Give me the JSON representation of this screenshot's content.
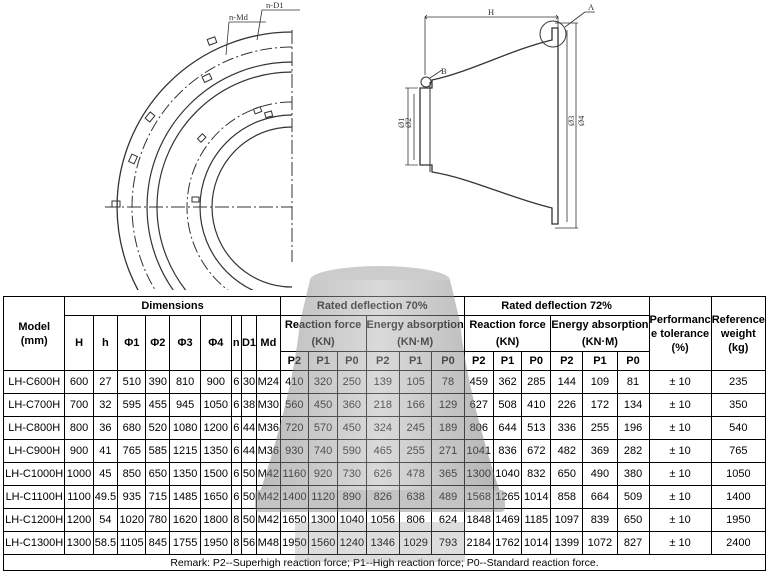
{
  "drawing": {
    "labels": {
      "n_d1": "n-D1",
      "n_md": "n-Md",
      "dim_h": "H",
      "detail_a": "A",
      "detail_b": "B",
      "phi1": "Ø1",
      "phi2": "Ø2",
      "phi3": "Ø3",
      "phi4": "Ø4"
    }
  },
  "table": {
    "model_header": "Model\n(mm)",
    "dimensions_header": "Dimensions",
    "rated70_header": "Rated deflection 70%",
    "rated72_header": "Rated deflection 72%",
    "performance_header": "Performanc\ne tolerance\n(%)",
    "reference_header": "Reference\nweight\n(kg)",
    "reaction_force_top": "Reaction force",
    "reaction_force_unit": "(KN)",
    "energy_absorption_top": "Energy absorption",
    "energy_absorption_unit": "(KN·M)",
    "dim_columns": [
      "H",
      "h",
      "Φ1",
      "Φ2",
      "Φ3",
      "Φ4",
      "n",
      "D1",
      "Md"
    ],
    "force_columns": [
      "P2",
      "P1",
      "P0"
    ],
    "rows": [
      {
        "model": "LH-C600H",
        "dims": [
          "600",
          "27",
          "510",
          "390",
          "810",
          "900",
          "6",
          "30",
          "M24"
        ],
        "rf70": [
          "410",
          "320",
          "250"
        ],
        "ea70": [
          "139",
          "105",
          "78"
        ],
        "rf72": [
          "459",
          "362",
          "285"
        ],
        "ea72": [
          "144",
          "109",
          "81"
        ],
        "tolerance": "± 10",
        "weight": "235"
      },
      {
        "model": "LH-C700H",
        "dims": [
          "700",
          "32",
          "595",
          "455",
          "945",
          "1050",
          "6",
          "38",
          "M30"
        ],
        "rf70": [
          "560",
          "450",
          "360"
        ],
        "ea70": [
          "218",
          "166",
          "129"
        ],
        "rf72": [
          "627",
          "508",
          "410"
        ],
        "ea72": [
          "226",
          "172",
          "134"
        ],
        "tolerance": "± 10",
        "weight": "350"
      },
      {
        "model": "LH-C800H",
        "dims": [
          "800",
          "36",
          "680",
          "520",
          "1080",
          "1200",
          "6",
          "44",
          "M36"
        ],
        "rf70": [
          "720",
          "570",
          "450"
        ],
        "ea70": [
          "324",
          "245",
          "189"
        ],
        "rf72": [
          "806",
          "644",
          "513"
        ],
        "ea72": [
          "336",
          "255",
          "196"
        ],
        "tolerance": "± 10",
        "weight": "540"
      },
      {
        "model": "LH-C900H",
        "dims": [
          "900",
          "41",
          "765",
          "585",
          "1215",
          "1350",
          "6",
          "44",
          "M36"
        ],
        "rf70": [
          "930",
          "740",
          "590"
        ],
        "ea70": [
          "465",
          "255",
          "271"
        ],
        "rf72": [
          "1041",
          "836",
          "672"
        ],
        "ea72": [
          "482",
          "369",
          "282"
        ],
        "tolerance": "± 10",
        "weight": "765"
      },
      {
        "model": "LH-C1000H",
        "dims": [
          "1000",
          "45",
          "850",
          "650",
          "1350",
          "1500",
          "6",
          "50",
          "M42"
        ],
        "rf70": [
          "1160",
          "920",
          "730"
        ],
        "ea70": [
          "626",
          "478",
          "365"
        ],
        "rf72": [
          "1300",
          "1040",
          "832"
        ],
        "ea72": [
          "650",
          "490",
          "380"
        ],
        "tolerance": "± 10",
        "weight": "1050"
      },
      {
        "model": "LH-C1100H",
        "dims": [
          "1100",
          "49.5",
          "935",
          "715",
          "1485",
          "1650",
          "6",
          "50",
          "M42"
        ],
        "rf70": [
          "1400",
          "1120",
          "890"
        ],
        "ea70": [
          "826",
          "638",
          "489"
        ],
        "rf72": [
          "1568",
          "1265",
          "1014"
        ],
        "ea72": [
          "858",
          "664",
          "509"
        ],
        "tolerance": "± 10",
        "weight": "1400"
      },
      {
        "model": "LH-C1200H",
        "dims": [
          "1200",
          "54",
          "1020",
          "780",
          "1620",
          "1800",
          "8",
          "50",
          "M42"
        ],
        "rf70": [
          "1650",
          "1300",
          "1040"
        ],
        "ea70": [
          "1056",
          "806",
          "624"
        ],
        "rf72": [
          "1848",
          "1469",
          "1185"
        ],
        "ea72": [
          "1097",
          "839",
          "650"
        ],
        "tolerance": "± 10",
        "weight": "1950"
      },
      {
        "model": "LH-C1300H",
        "dims": [
          "1300",
          "58.5",
          "1105",
          "845",
          "1755",
          "1950",
          "8",
          "56",
          "M48"
        ],
        "rf70": [
          "1950",
          "1560",
          "1240"
        ],
        "ea70": [
          "1346",
          "1029",
          "793"
        ],
        "rf72": [
          "2184",
          "1762",
          "1014"
        ],
        "ea72": [
          "1399",
          "1072",
          "827"
        ],
        "tolerance": "± 10",
        "weight": "2400"
      }
    ],
    "remark": "Remark:  P2--Superhigh reaction force; P1--High reaction force; P0--Standard reaction force."
  }
}
